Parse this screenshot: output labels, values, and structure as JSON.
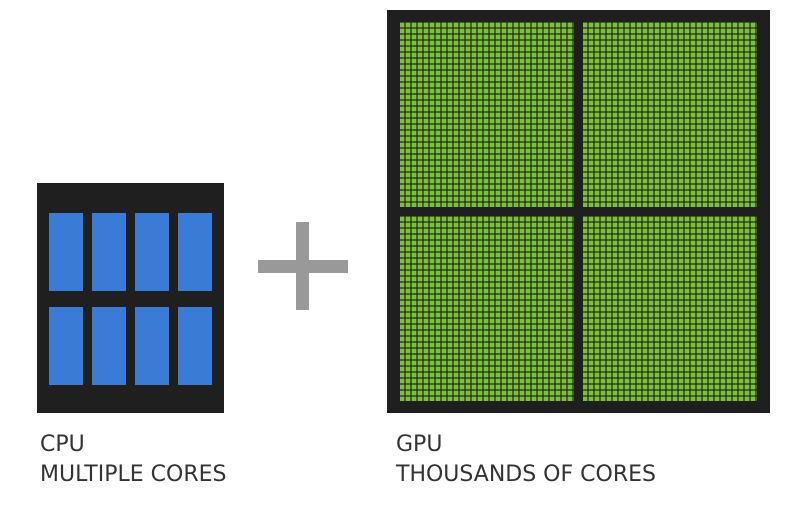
{
  "cpu": {
    "title": "CPU",
    "subtitle": "MULTIPLE CORES",
    "core_count": 8,
    "core_color": "#3a7bd5",
    "chip_color": "#1f1f1f"
  },
  "gpu": {
    "title": "GPU",
    "subtitle": "THOUSANDS OF CORES",
    "core_color": "#7cbf3a",
    "chip_color": "#1f1f1f",
    "block_count": 4
  },
  "operator": {
    "symbol_icon": "plus-icon",
    "color": "#999999"
  }
}
